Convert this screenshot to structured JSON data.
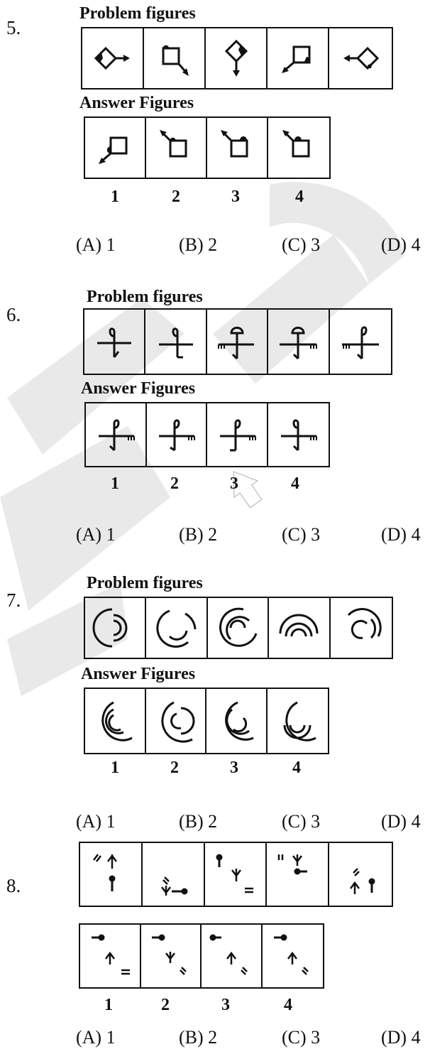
{
  "q5": {
    "number": "5.",
    "problem_caption": "Problem figures",
    "answer_caption": "Answer Figures",
    "answer_labels": [
      "1",
      "2",
      "3",
      "4"
    ],
    "options": [
      "(A) 1",
      "(B) 2",
      "(C) 3",
      "(D) 4"
    ]
  },
  "q6": {
    "number": "6.",
    "problem_caption": "Problem figures",
    "answer_caption": "Answer Figures",
    "answer_labels": [
      "1",
      "2",
      "3",
      "4"
    ],
    "options": [
      "(A) 1",
      "(B) 2",
      "(C) 3",
      "(D) 4"
    ]
  },
  "q7": {
    "number": "7.",
    "problem_caption": "Problem figures",
    "answer_caption": "Answer Figures",
    "answer_labels": [
      "1",
      "2",
      "3",
      "4"
    ],
    "options": [
      "(A) 1",
      "(B) 2",
      "(C) 3",
      "(D) 4"
    ]
  },
  "q8": {
    "number": "8.",
    "answer_labels": [
      "1",
      "2",
      "3",
      "4"
    ],
    "options": [
      "(A) 1",
      "(B) 2",
      "(C) 3",
      "(D) 4"
    ]
  }
}
